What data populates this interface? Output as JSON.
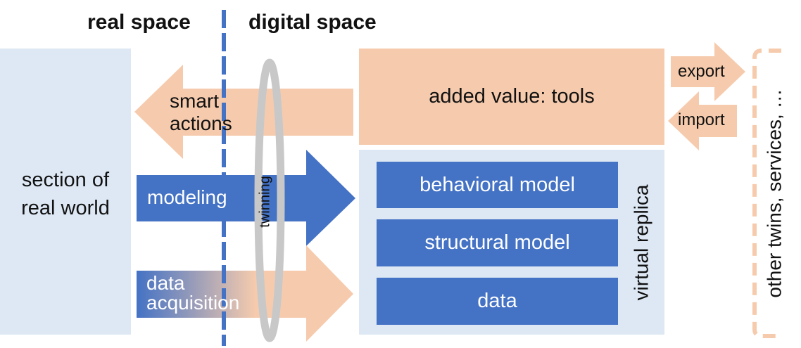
{
  "headers": {
    "real_space": "real space",
    "digital_space": "digital space"
  },
  "real_world": {
    "label_line1": "section of",
    "label_line2": "real world"
  },
  "arrows": {
    "smart_actions_line1": "smart",
    "smart_actions_line2": "actions",
    "modeling": "modeling",
    "data_acquisition_line1": "data",
    "data_acquisition_line2": "acquisition",
    "twinning": "twinning",
    "export": "export",
    "import": "import"
  },
  "added_value": {
    "label": "added value: tools"
  },
  "virtual_replica": {
    "label": "virtual replica",
    "models": [
      "behavioral model",
      "structural model",
      "data"
    ]
  },
  "other": {
    "label": "other twins, services, …"
  },
  "colors": {
    "light_blue": "#dde8f4",
    "peach": "#f6cbad",
    "blue": "#4472c4",
    "gray": "#c8c8c8",
    "divider": "#4472c4"
  }
}
